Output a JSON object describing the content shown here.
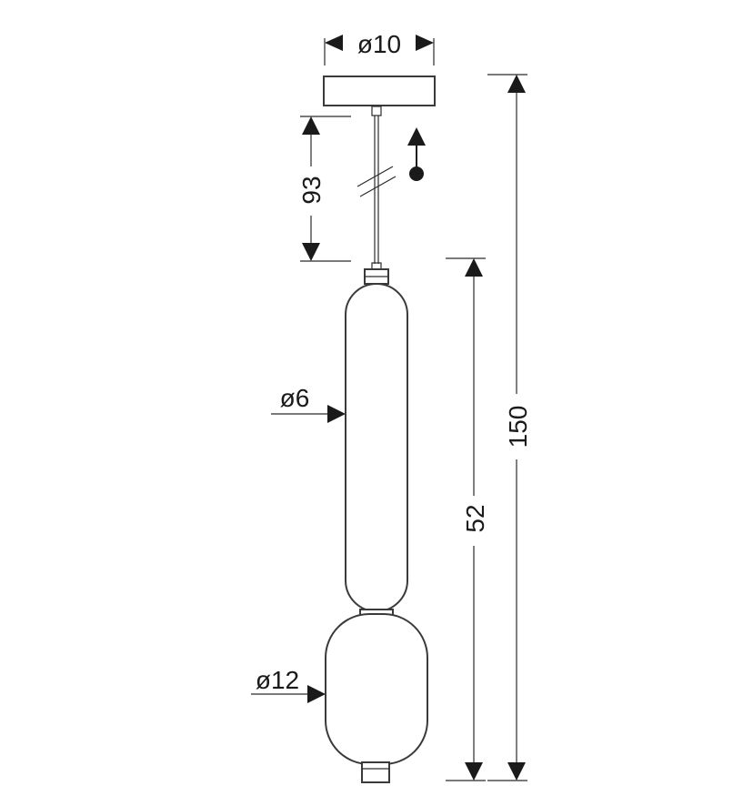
{
  "dimensions": {
    "canopy_diameter": "ø10",
    "cable_length": "93",
    "upper_glass_diameter": "ø6",
    "lower_glass_diameter": "ø12",
    "glass_height": "52",
    "total_height": "150"
  },
  "icons": {
    "adjustable": "adjustable-height-icon"
  }
}
